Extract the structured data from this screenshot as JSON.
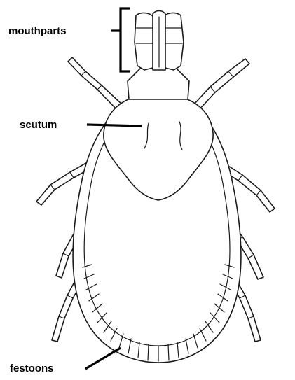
{
  "labels": {
    "mouthparts": "mouthparts",
    "scutum": "scutum",
    "festoons": "festoons"
  },
  "colors": {
    "ink": "#1a1a1a",
    "background": "#ffffff"
  }
}
